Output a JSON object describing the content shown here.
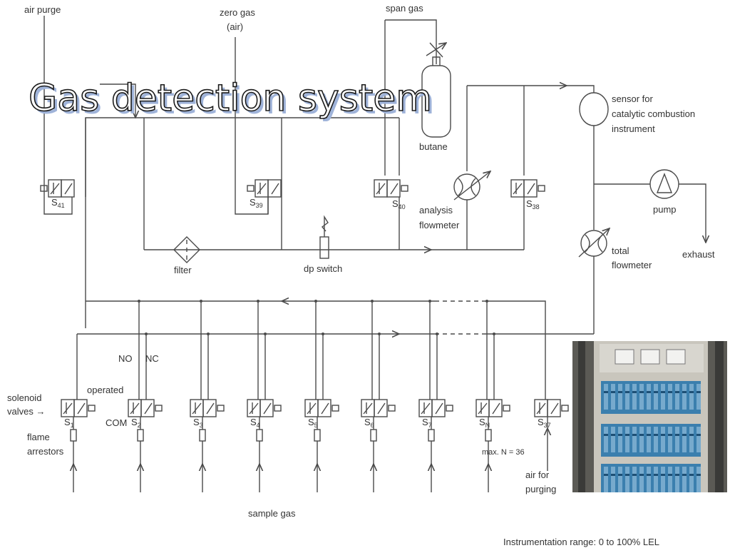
{
  "slide": {
    "title": "Gas detection system"
  },
  "diagram": {
    "labels": {
      "air_purge": "air purge",
      "zero_gas": "zero gas",
      "air_paren": "(air)",
      "span_gas": "span gas",
      "butane": "butane",
      "sensor_line1": "sensor for",
      "sensor_line2": "catalytic combustion",
      "sensor_line3": "instrument",
      "pump": "pump",
      "exhaust": "exhaust",
      "analysis": "analysis",
      "flowmeter": "flowmeter",
      "total": "total",
      "filter": "filter",
      "dp_switch": "dp switch",
      "no": "NO",
      "nc": "NC",
      "operated": "operated",
      "solenoid": "solenoid",
      "valves": "valves →",
      "com": "COM",
      "flame": "flame",
      "arrestors": "arrestors",
      "max_n": "max. N = 36",
      "air_for": "air for",
      "purging": "purging",
      "sample_gas": "sample gas",
      "instrumentation_range": "Instrumentation range: 0 to 100% LEL"
    },
    "valves_top": [
      {
        "letter": "S",
        "sub": "41"
      },
      {
        "letter": "S",
        "sub": "39"
      },
      {
        "letter": "S",
        "sub": "40"
      },
      {
        "letter": "S",
        "sub": "38"
      }
    ],
    "valves_bottom": [
      {
        "letter": "S",
        "sub": "1"
      },
      {
        "letter": "S",
        "sub": "2"
      },
      {
        "letter": "S",
        "sub": "3"
      },
      {
        "letter": "S",
        "sub": "4"
      },
      {
        "letter": "S",
        "sub": "5"
      },
      {
        "letter": "S",
        "sub": "6"
      },
      {
        "letter": "S",
        "sub": "7"
      },
      {
        "letter": "S",
        "sub": "N"
      },
      {
        "letter": "S",
        "sub": "37"
      }
    ]
  }
}
